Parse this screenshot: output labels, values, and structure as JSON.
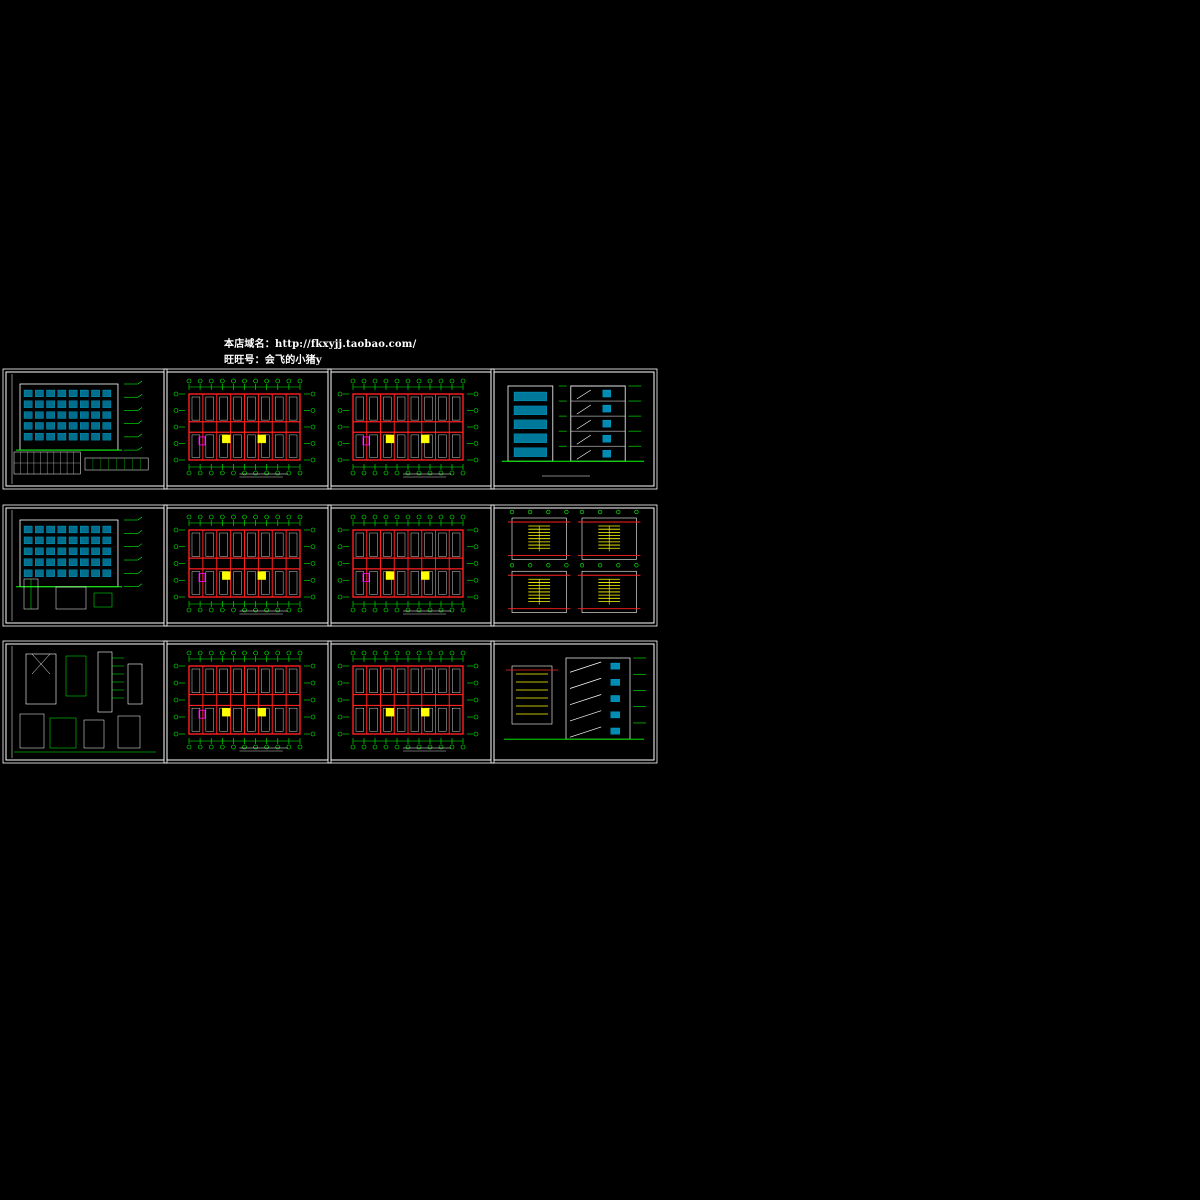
{
  "header": {
    "shop_line": "本店域名：http://fkxyjj.taobao.com/",
    "wangwang_line": "旺旺号：会飞的小猪y"
  },
  "colors": {
    "background": "#000000",
    "frame": "#ffffff",
    "grid": "#ff2020",
    "line": "#00ff00",
    "glass": "#00c8ff",
    "stair": "#ffff00",
    "accent": "#ff00ff"
  },
  "sheets": [
    {
      "id": "r1c1",
      "kind": "elevation-main"
    },
    {
      "id": "r1c2",
      "kind": "plan"
    },
    {
      "id": "r1c3",
      "kind": "plan"
    },
    {
      "id": "r1c4",
      "kind": "section"
    },
    {
      "id": "r2c1",
      "kind": "elevation-side"
    },
    {
      "id": "r2c2",
      "kind": "plan"
    },
    {
      "id": "r2c3",
      "kind": "plan"
    },
    {
      "id": "r2c4",
      "kind": "stair-plans"
    },
    {
      "id": "r3c1",
      "kind": "details"
    },
    {
      "id": "r3c2",
      "kind": "plan"
    },
    {
      "id": "r3c3",
      "kind": "plan-roof"
    },
    {
      "id": "r3c4",
      "kind": "stair-section"
    }
  ]
}
